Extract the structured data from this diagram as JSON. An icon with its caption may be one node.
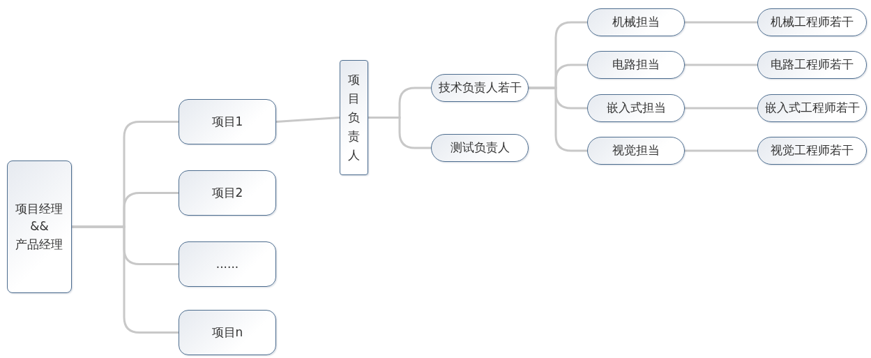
{
  "diagram": {
    "nodes": [
      {
        "text": [
          "项目经理 && 产品经理"
        ]
      },
      {
        "text": [
          "项目1"
        ]
      },
      {
        "text": [
          "项目2"
        ]
      },
      {
        "text": [
          "......"
        ]
      },
      {
        "text": [
          "项目n"
        ]
      },
      {
        "text": [
          "项目负责人"
        ]
      },
      {
        "text": [
          "技术负责人若干"
        ]
      },
      {
        "text": [
          "测试负责人"
        ]
      },
      {
        "text": [
          "机械担当"
        ]
      },
      {
        "text": [
          "电路担当"
        ]
      },
      {
        "text": [
          "嵌入式担当"
        ]
      },
      {
        "text": [
          "视觉担当"
        ]
      },
      {
        "text": [
          "机械工程师若干"
        ]
      },
      {
        "text": [
          "电路工程师若干"
        ]
      },
      {
        "text": [
          "嵌入式工程师若干"
        ]
      },
      {
        "text": [
          "视觉工程师若干"
        ]
      }
    ],
    "edges": [
      {
        "from": 0,
        "to": 1,
        "arrow": "none"
      },
      {
        "from": 0,
        "to": 2,
        "arrow": "none"
      },
      {
        "from": 0,
        "to": 3,
        "arrow": "none"
      },
      {
        "from": 0,
        "to": 4,
        "arrow": "none"
      },
      {
        "from": 1,
        "to": 5,
        "arrow": "none"
      },
      {
        "from": 5,
        "to": 6,
        "arrow": "none"
      },
      {
        "from": 5,
        "to": 7,
        "arrow": "none"
      },
      {
        "from": 6,
        "to": 8,
        "arrow": "none"
      },
      {
        "from": 6,
        "to": 9,
        "arrow": "none"
      },
      {
        "from": 6,
        "to": 10,
        "arrow": "none"
      },
      {
        "from": 6,
        "to": 11,
        "arrow": "none"
      },
      {
        "from": 8,
        "to": 12,
        "arrow": "none"
      },
      {
        "from": 9,
        "to": 13,
        "arrow": "none"
      },
      {
        "from": 10,
        "to": 14,
        "arrow": "none"
      },
      {
        "from": 11,
        "to": 15,
        "arrow": "none"
      }
    ]
  }
}
